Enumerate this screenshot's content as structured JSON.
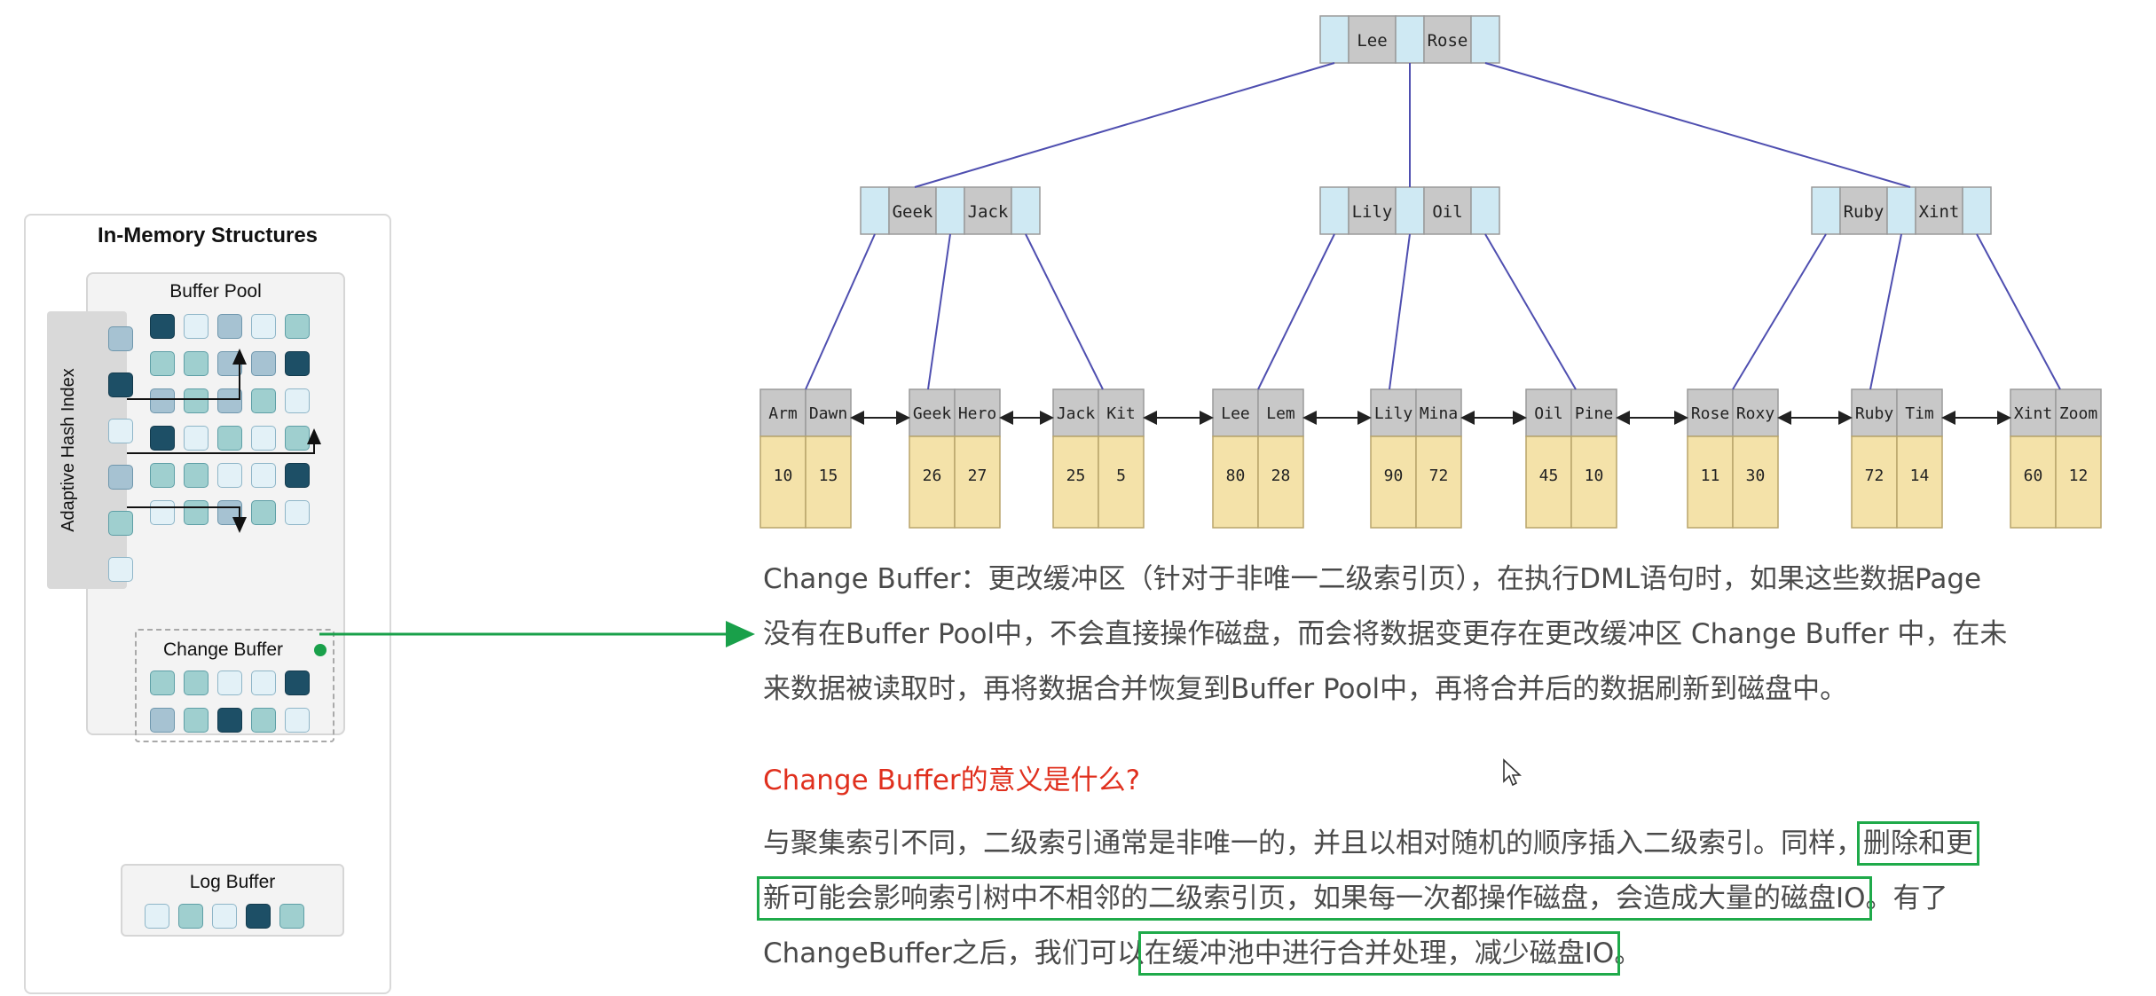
{
  "panel": {
    "title": "In-Memory Structures",
    "buffer_pool_title": "Buffer Pool",
    "change_buffer_title": "Change Buffer",
    "adaptive_hash_index_label": "Adaptive Hash Index",
    "log_buffer_title": "Log Buffer",
    "buffer_pool_rows": [
      [
        3,
        0,
        1,
        0,
        2
      ],
      [
        2,
        2,
        1,
        1,
        3
      ],
      [
        1,
        2,
        1,
        2,
        0
      ],
      [
        3,
        0,
        2,
        0,
        2
      ],
      [
        2,
        2,
        0,
        0,
        3
      ],
      [
        0,
        2,
        1,
        2,
        0
      ]
    ],
    "change_buffer_rows": [
      [
        2,
        2,
        0,
        0,
        3
      ],
      [
        1,
        2,
        3,
        2,
        0
      ]
    ],
    "ahi_cells": [
      1,
      3,
      0,
      1,
      2,
      0
    ],
    "log_cells": [
      0,
      2,
      0,
      3,
      2
    ]
  },
  "tree": {
    "root": [
      "Lee",
      "Rose"
    ],
    "internal": [
      [
        "Geek",
        "Jack"
      ],
      [
        "Lily",
        "Oil"
      ],
      [
        "Ruby",
        "Xint"
      ]
    ],
    "leaves": [
      {
        "keys": [
          "Arm",
          "Dawn"
        ],
        "values": [
          "10",
          "15"
        ]
      },
      {
        "keys": [
          "Geek",
          "Hero"
        ],
        "values": [
          "26",
          "27"
        ]
      },
      {
        "keys": [
          "Jack",
          "Kit"
        ],
        "values": [
          "25",
          "5"
        ]
      },
      {
        "keys": [
          "Lee",
          "Lem"
        ],
        "values": [
          "80",
          "28"
        ]
      },
      {
        "keys": [
          "Lily",
          "Mina"
        ],
        "values": [
          "90",
          "72"
        ]
      },
      {
        "keys": [
          "Oil",
          "Pine"
        ],
        "values": [
          "45",
          "10"
        ]
      },
      {
        "keys": [
          "Rose",
          "Roxy"
        ],
        "values": [
          "11",
          "30"
        ]
      },
      {
        "keys": [
          "Ruby",
          "Tim"
        ],
        "values": [
          "72",
          "14"
        ]
      },
      {
        "keys": [
          "Xint",
          "Zoom"
        ],
        "values": [
          "60",
          "12"
        ]
      }
    ]
  },
  "text": {
    "p1_line1": "Change Buffer：更改缓冲区（针对于非唯一二级索引页），在执行DML语句时，如果这些数据Page",
    "p1_line2": "没有在Buffer Pool中，不会直接操作磁盘，而会将数据变更存在更改缓冲区 Change Buffer 中，在未",
    "p1_line3": "来数据被读取时，再将数据合并恢复到Buffer Pool中，再将合并后的数据刷新到磁盘中。",
    "question": "Change Buffer的意义是什么?",
    "p2_line1_a": "与聚集索引不同，二级索引通常是非唯一的，并且以相对随机的顺序插入二级索引。同样，",
    "p2_line1_b": "删除和更",
    "p2_line2_a": "新可能会影响索引树中不相邻的二级索引页，如果每一次都操作磁盘，会造成大量的磁盘IO",
    "p2_line2_b": "。有了",
    "p2_line3_a": "ChangeBuffer之后，我们可以",
    "p2_line3_b": "在缓冲池中进行合并处理，减少磁盘IO",
    "p2_line3_c": "。"
  },
  "colors": {
    "key_gray": "#c8c8c8",
    "pointer_blue": "#cfe9f3",
    "leaf_value": "#f4e2a9",
    "tree_line": "#4f4fb0",
    "highlight_green": "#1faa4a",
    "question_red": "#e0301e"
  }
}
